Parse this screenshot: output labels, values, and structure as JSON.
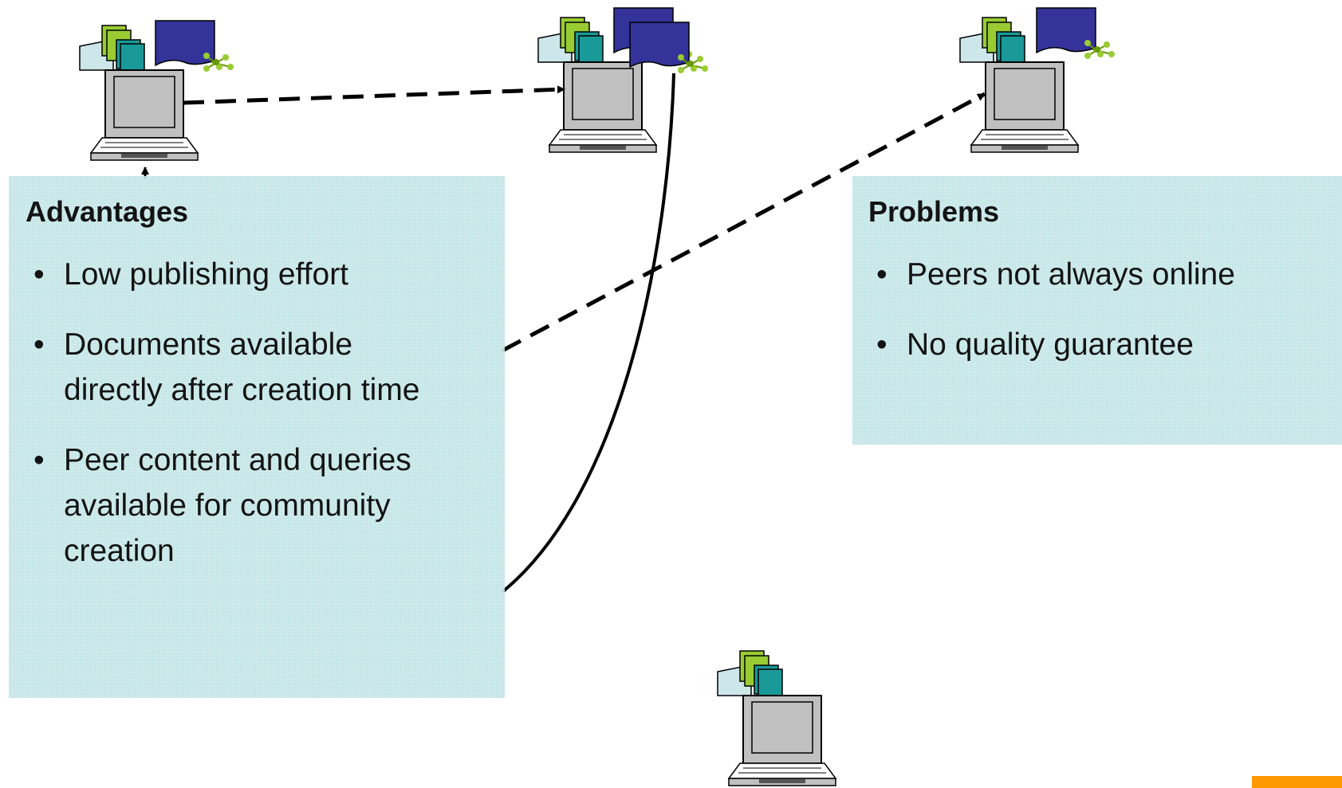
{
  "advantages": {
    "title": "Advantages",
    "items": [
      "Low publishing effort",
      "Documents available directly after creation time",
      "Peer content and queries available for community creation"
    ]
  },
  "problems": {
    "title": "Problems",
    "items": [
      "Peers not always online",
      "No quality guarantee"
    ]
  },
  "nodes": [
    {
      "name": "peer-top-left",
      "icon": "laptop-with-documents-icon"
    },
    {
      "name": "peer-top-center",
      "icon": "laptop-with-documents-and-network-icon"
    },
    {
      "name": "peer-top-right",
      "icon": "laptop-with-documents-and-network-icon"
    },
    {
      "name": "peer-bottom-center",
      "icon": "laptop-with-documents-icon"
    }
  ],
  "colors": {
    "panel": "#bfe3e5",
    "accent": "#ff9900",
    "network_doc": "#333399",
    "doc_green": "#99cc33",
    "doc_teal": "#1a9999"
  }
}
